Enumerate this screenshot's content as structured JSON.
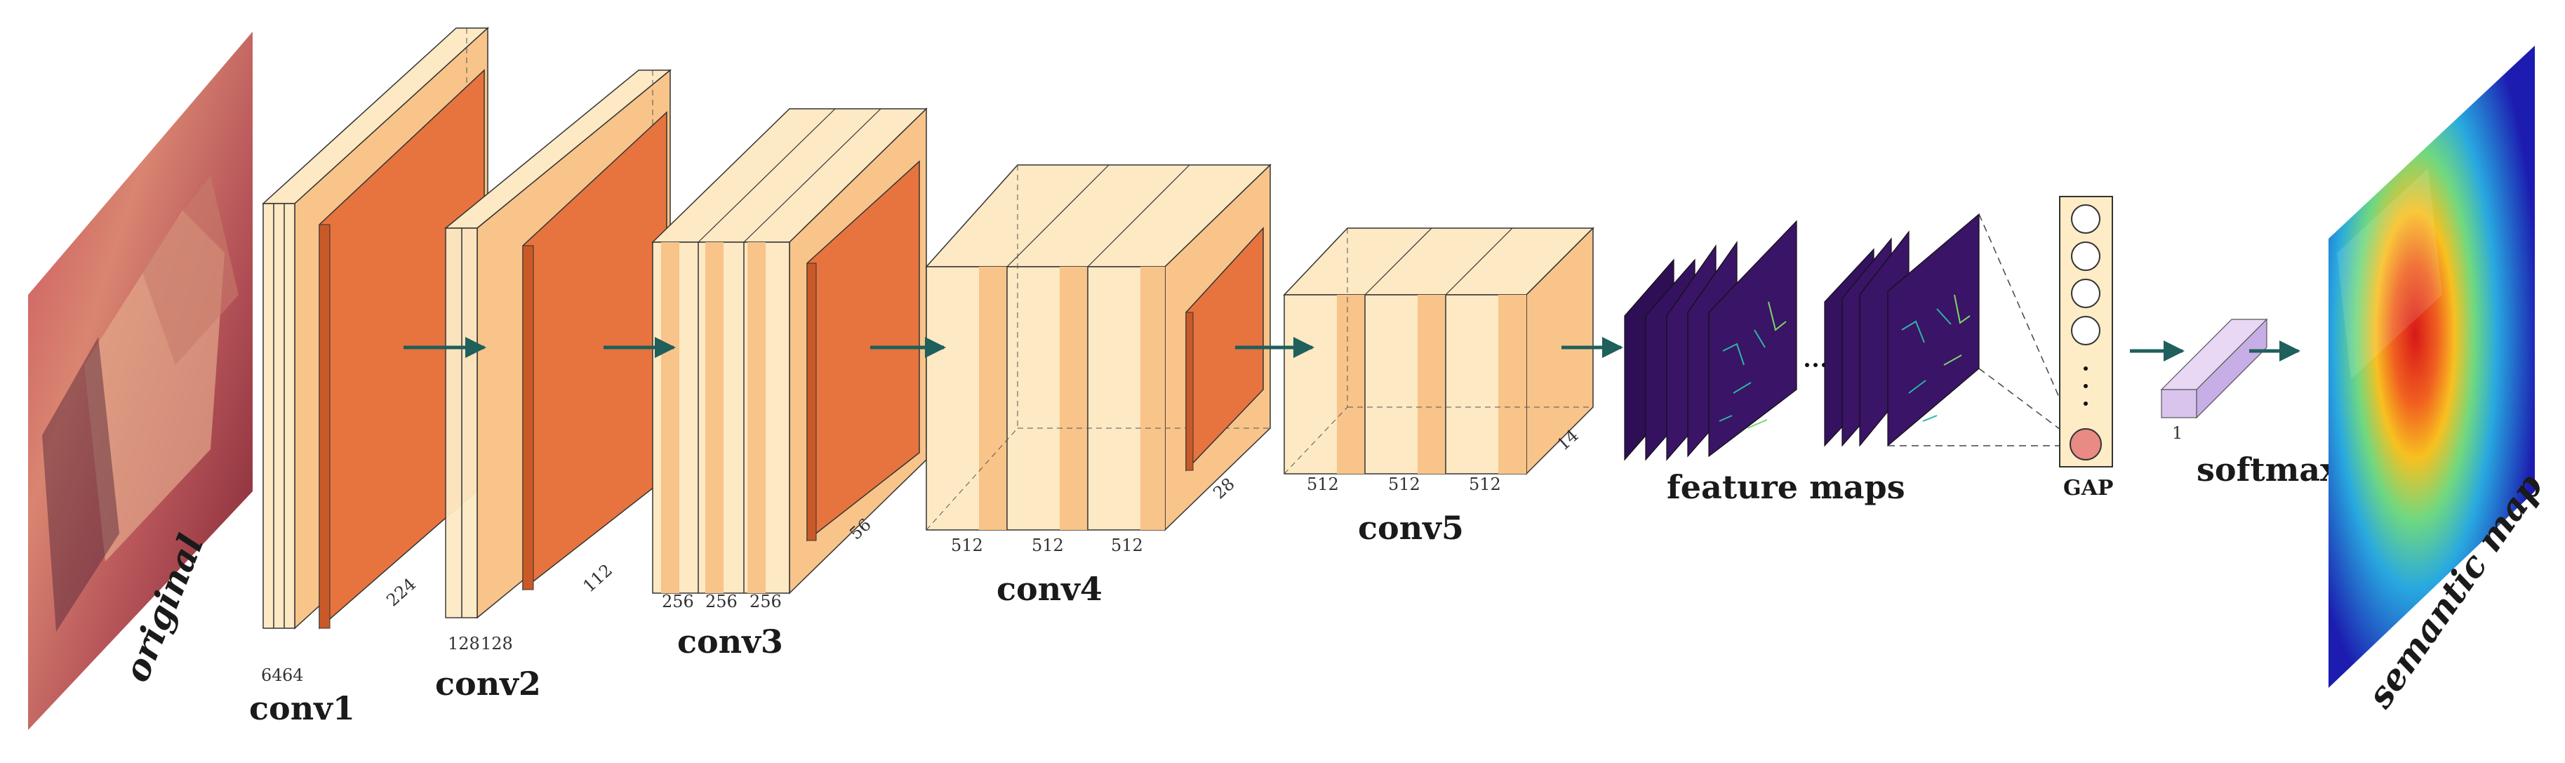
{
  "labels": {
    "original": "original",
    "conv1": "conv1",
    "conv2": "conv2",
    "conv3": "conv3",
    "conv4": "conv4",
    "conv5": "conv5",
    "feature_maps": "feature maps",
    "gap": "GAP",
    "softmax": "softmax",
    "semantic_map": "semantic map"
  },
  "dims": {
    "conv1_channels": [
      "64",
      "64"
    ],
    "conv1_size": "224",
    "conv2_channels": [
      "128",
      "128"
    ],
    "conv2_size": "112",
    "conv3_channels": [
      "256",
      "256",
      "256"
    ],
    "conv3_size": "56",
    "conv4_channels": [
      "512",
      "512",
      "512"
    ],
    "conv4_size": "28",
    "conv5_channels": [
      "512",
      "512",
      "512"
    ],
    "conv5_size": "14",
    "softmax_size": "1"
  },
  "colors": {
    "block_light": "#fde9c4",
    "block_mid": "#f8c48a",
    "pool": "#e7743e",
    "arrow": "#1f5f5c",
    "feature_map": "#3a1466",
    "softmax": "#d9c4ee",
    "gap_node": "#e98a84"
  }
}
